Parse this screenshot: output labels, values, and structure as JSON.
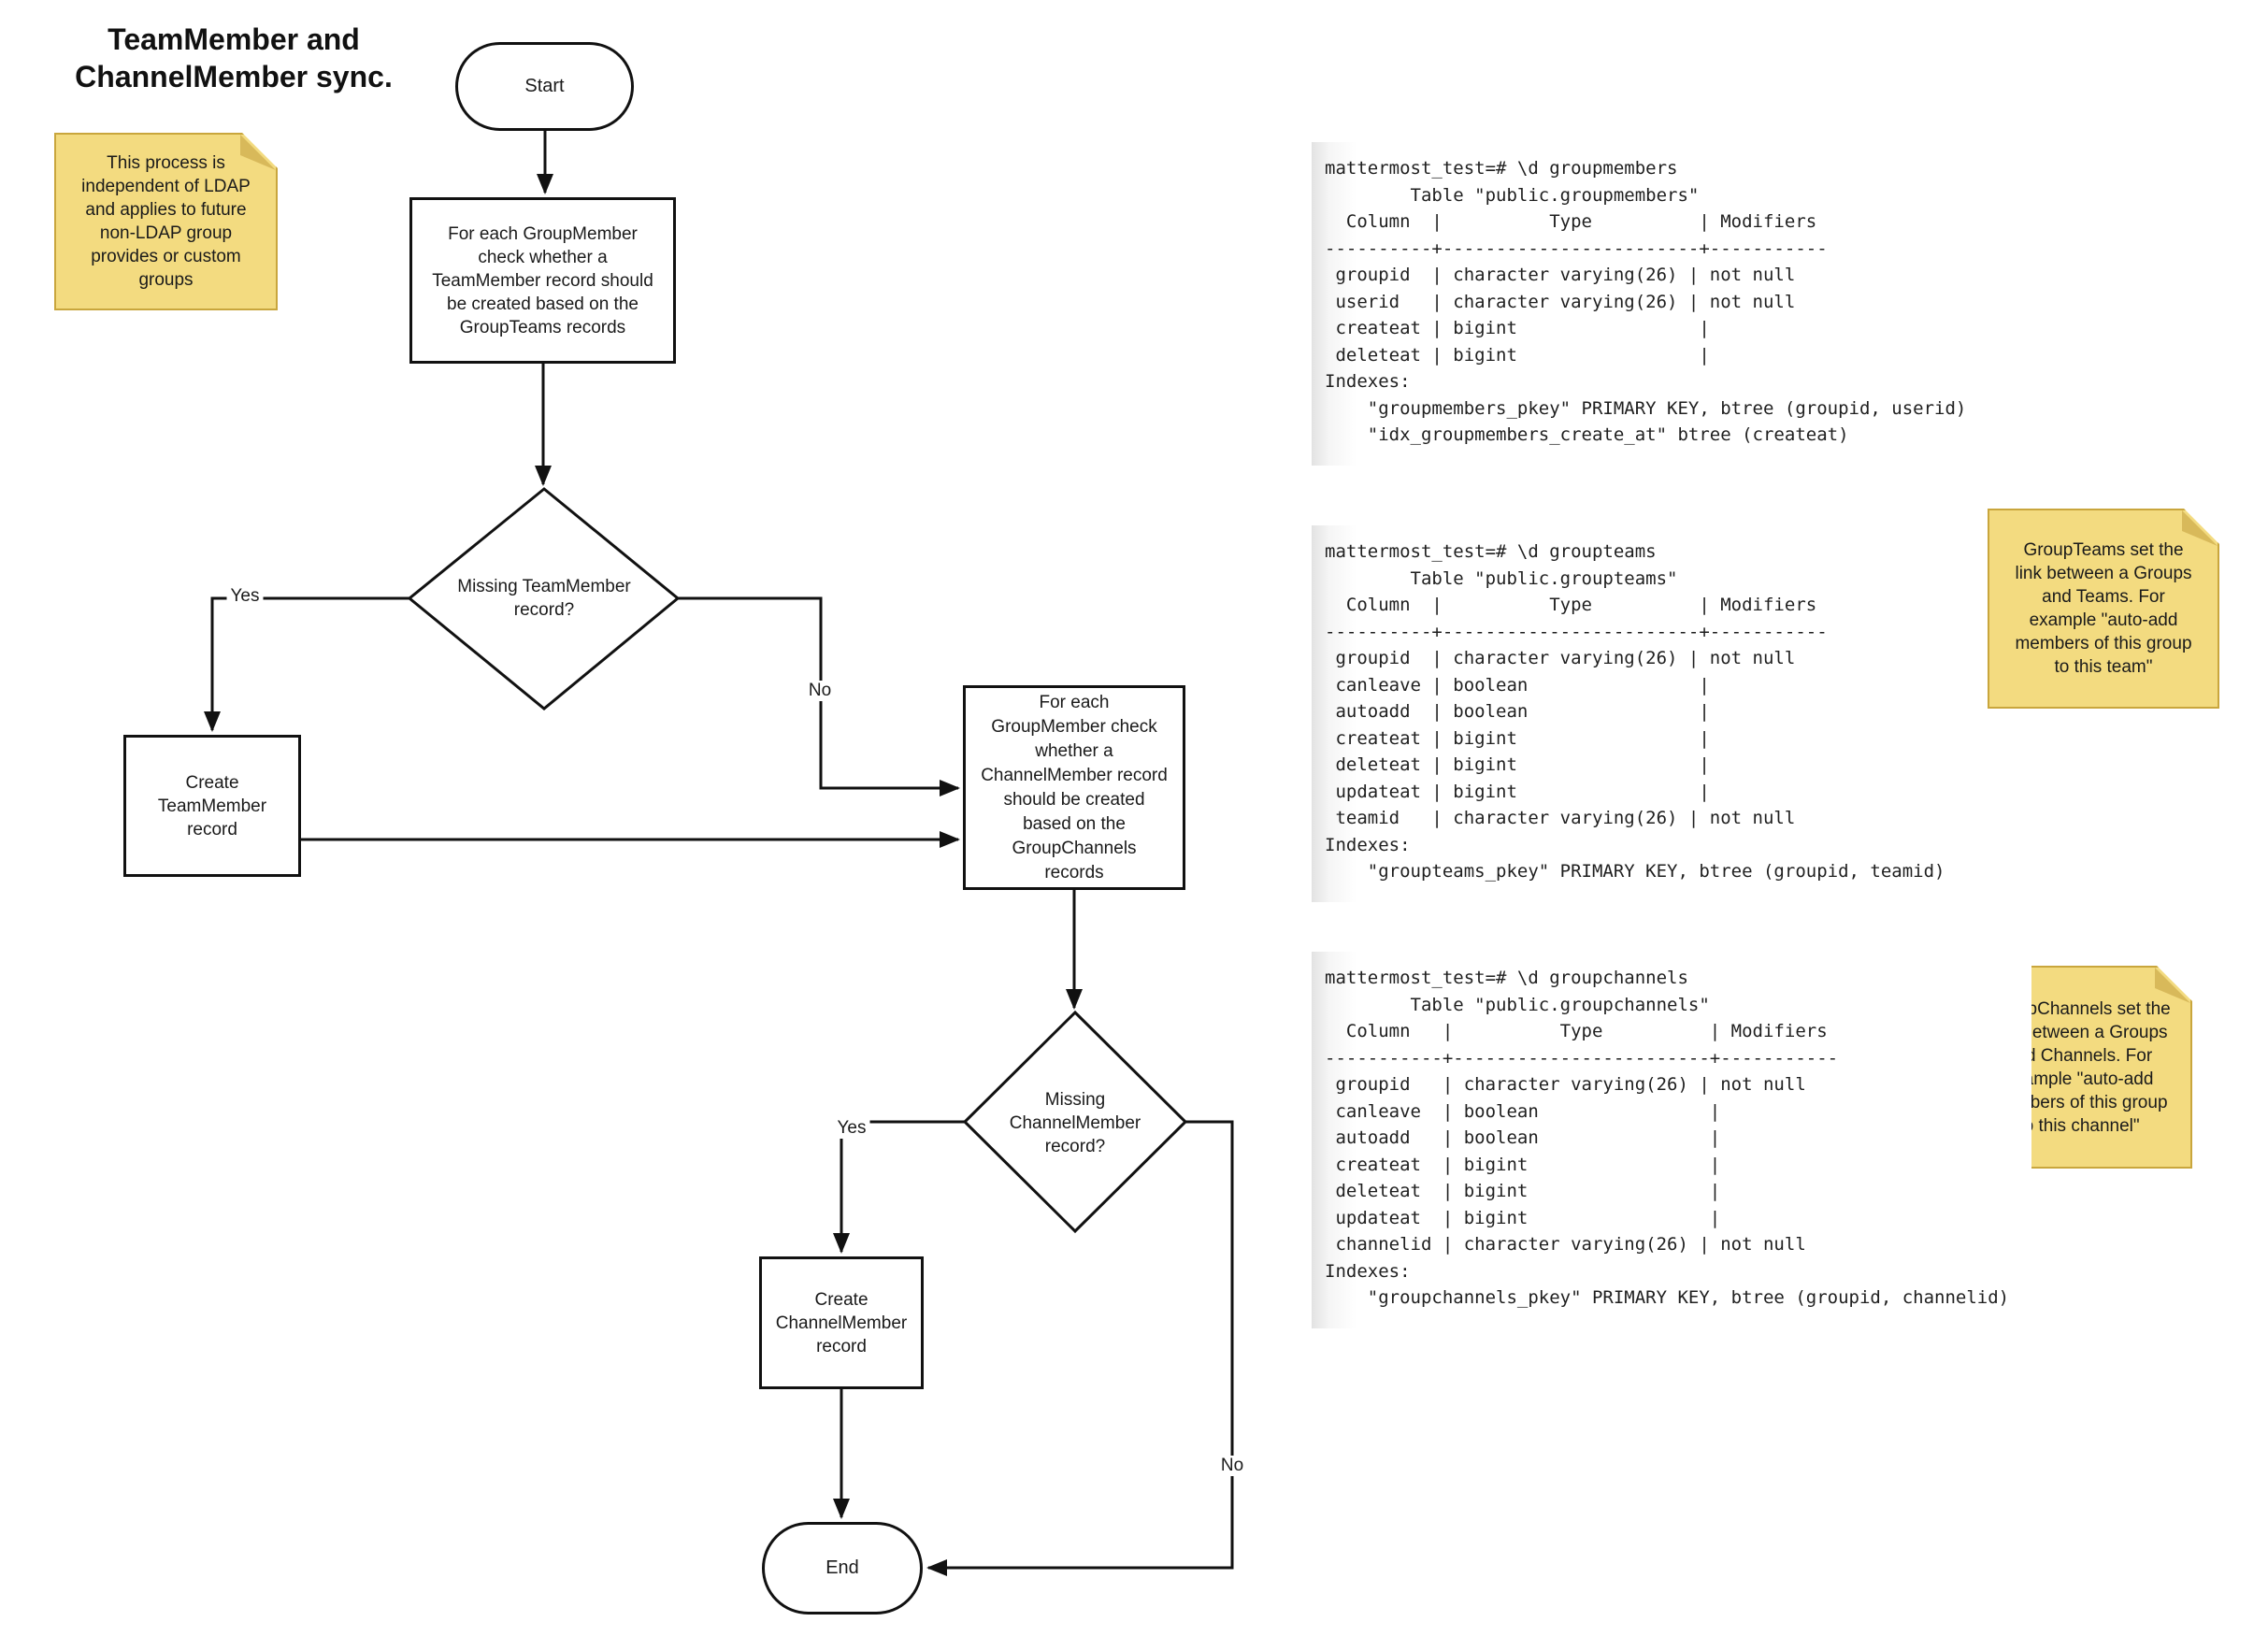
{
  "title": "TeamMember and\nChannelMember sync.",
  "flowchart": {
    "start_label": "Start",
    "process1": "For each GroupMember\ncheck whether a\nTeamMember record should\nbe created based on the\nGroupTeams records",
    "decision1": "Missing TeamMember\nrecord?",
    "create_team": "Create\nTeamMember\nrecord",
    "process2": "For each\nGroupMember check\nwhether a\nChannelMember record\nshould be created\nbased on the\nGroupChannels\nrecords",
    "decision2": "Missing\nChannelMember\nrecord?",
    "create_channel": "Create\nChannelMember\nrecord",
    "end_label": "End",
    "edge_labels": {
      "yes1": "Yes",
      "no1": "No",
      "yes2": "Yes",
      "no2": "No"
    }
  },
  "notes": {
    "note1": "This process is\nindependent of LDAP\nand applies to future\nnon-LDAP group\nprovides or custom\ngroups",
    "note2": "GroupTeams set the\nlink between a Groups\nand Teams. For\nexample \"auto-add\nmembers of this group\nto this team\"",
    "note3": "GroupChannels set the\nlink between a Groups\nand Channels. For\nexample \"auto-add\nmembers of this group\nto this channel\""
  },
  "code_blocks": {
    "groupmembers": "mattermost_test=# \\d groupmembers\n        Table \"public.groupmembers\"\n  Column  |          Type          | Modifiers\n----------+------------------------+-----------\n groupid  | character varying(26) | not null\n userid   | character varying(26) | not null\n createat | bigint                 |\n deleteat | bigint                 |\nIndexes:\n    \"groupmembers_pkey\" PRIMARY KEY, btree (groupid, userid)\n    \"idx_groupmembers_create_at\" btree (createat)",
    "groupteams": "mattermost_test=# \\d groupteams\n        Table \"public.groupteams\"\n  Column  |          Type          | Modifiers\n----------+------------------------+-----------\n groupid  | character varying(26) | not null\n canleave | boolean                |\n autoadd  | boolean                |\n createat | bigint                 |\n deleteat | bigint                 |\n updateat | bigint                 |\n teamid   | character varying(26) | not null\nIndexes:\n    \"groupteams_pkey\" PRIMARY KEY, btree (groupid, teamid)",
    "groupchannels": "mattermost_test=# \\d groupchannels\n        Table \"public.groupchannels\"\n  Column   |          Type          | Modifiers\n-----------+------------------------+-----------\n groupid   | character varying(26) | not null\n canleave  | boolean                |\n autoadd   | boolean                |\n createat  | bigint                 |\n deleteat  | bigint                 |\n updateat  | bigint                 |\n channelid | character varying(26) | not null\nIndexes:\n    \"groupchannels_pkey\" PRIMARY KEY, btree (groupid, channelid)"
  },
  "colors": {
    "note_fill": "#F3DB80",
    "note_border": "#C9A63D",
    "note_fold": "#D8B95A",
    "line_color": "#111111",
    "text_color": "#1a1a1a",
    "code_text": "#1f1f1f"
  }
}
